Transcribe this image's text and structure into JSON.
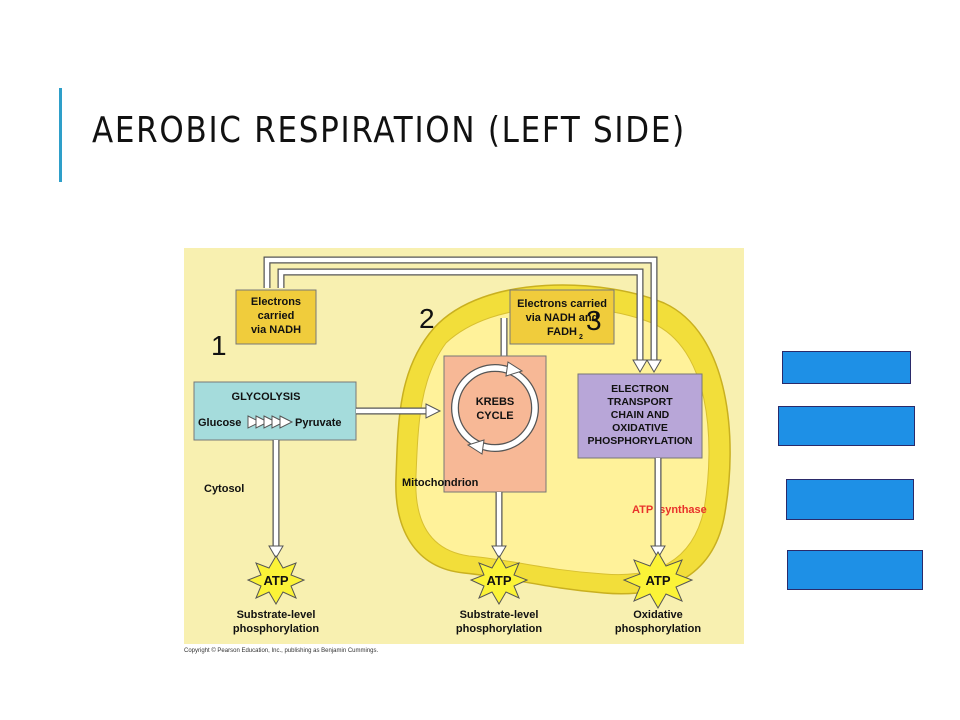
{
  "slide": {
    "title": "AEROBIC RESPIRATION (LEFT SIDE)",
    "accent_color": "#2e9fc9"
  },
  "diagram": {
    "stage_numbers": [
      "1",
      "2",
      "3"
    ],
    "glycolysis": {
      "title": "GLYCOLYSIS",
      "from": "Glucose",
      "to": "Pyruvate"
    },
    "krebs": [
      "KREBS",
      "CYCLE"
    ],
    "etc": [
      "ELECTRON",
      "TRANSPORT",
      "CHAIN AND",
      "OXIDATIVE",
      "PHOSPHORYLATION"
    ],
    "nadh_box": [
      "Electrons",
      "carried",
      "via NADH"
    ],
    "nadh_fadh_box": [
      "Electrons carried",
      "via NADH and",
      "FADH",
      "2"
    ],
    "cytosol_label": "Cytosol",
    "mitochondrion_label": "Mitochondrion",
    "atp_synthase_label": "ATP  synthase",
    "atp_label": "ATP",
    "outputs": [
      [
        "Substrate-level",
        "phosphorylation"
      ],
      [
        "Substrate-level",
        "phosphorylation"
      ],
      [
        "Oxidative",
        "phosphorylation"
      ]
    ],
    "copyright": "Copyright © Pearson Education, Inc., publishing as Benjamin Cummings.",
    "colors": {
      "background": "#f8f0b0",
      "mitochondrion": "#f2de3a",
      "mitochondrion_inner": "#fff29a",
      "glycolysis": "#a5dcdc",
      "krebs": "#f7b896",
      "etc": "#b8a6d8",
      "electron_box": "#f0cc3c",
      "atp_burst": "#fbf337",
      "atp_synthase_text": "#e8312a",
      "answer_boxes": "#1e90e6"
    }
  },
  "answer_boxes_count": 4
}
